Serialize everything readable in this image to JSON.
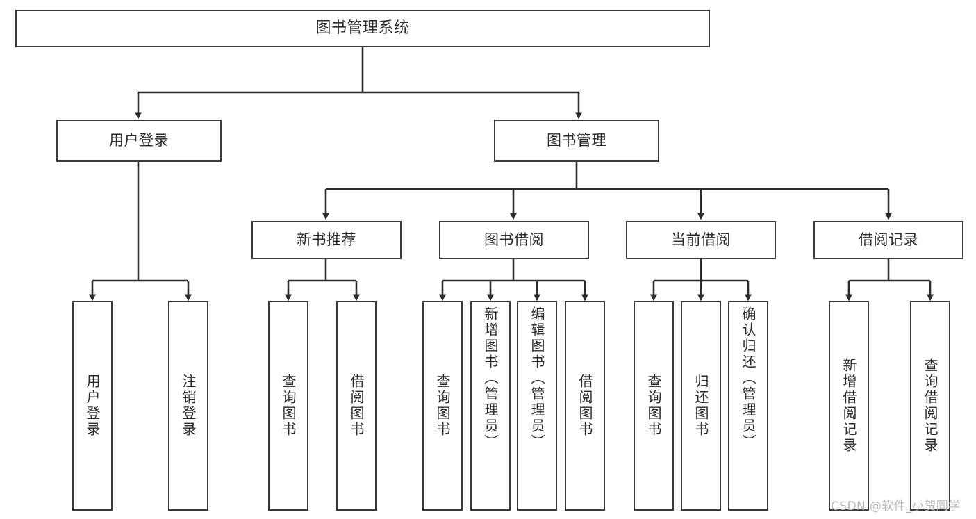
{
  "diagram": {
    "title": "图书管理系统",
    "type": "功能结构图",
    "root": {
      "label": "图书管理系统"
    },
    "level2": [
      {
        "label": "用户登录"
      },
      {
        "label": "图书管理"
      }
    ],
    "level3": [
      {
        "label": "新书推荐"
      },
      {
        "label": "图书借阅"
      },
      {
        "label": "当前借阅"
      },
      {
        "label": "借阅记录"
      }
    ],
    "leaves": {
      "user_login": [
        {
          "label": "用户登录"
        },
        {
          "label": "注销登录"
        }
      ],
      "new_book_recommend": [
        {
          "label": "查询图书"
        },
        {
          "label": "借阅图书"
        }
      ],
      "book_borrow": [
        {
          "label": "查询图书"
        },
        {
          "label": "新增图书（管理员）"
        },
        {
          "label": "编辑图书（管理员）"
        },
        {
          "label": "借阅图书"
        }
      ],
      "current_borrow": [
        {
          "label": "查询图书"
        },
        {
          "label": "归还图书"
        },
        {
          "label": "确认归还（管理员）"
        }
      ],
      "borrow_record": [
        {
          "label": "新增借阅记录"
        },
        {
          "label": "查询借阅记录"
        }
      ]
    }
  },
  "watermark": {
    "text": "CSDN @软件_小贺同学"
  },
  "colors": {
    "box_border": "#3a3a3a",
    "line": "#2b2b2b",
    "text": "#2b2b2b",
    "background": "#ffffff",
    "watermark": "#b9b9b9"
  }
}
